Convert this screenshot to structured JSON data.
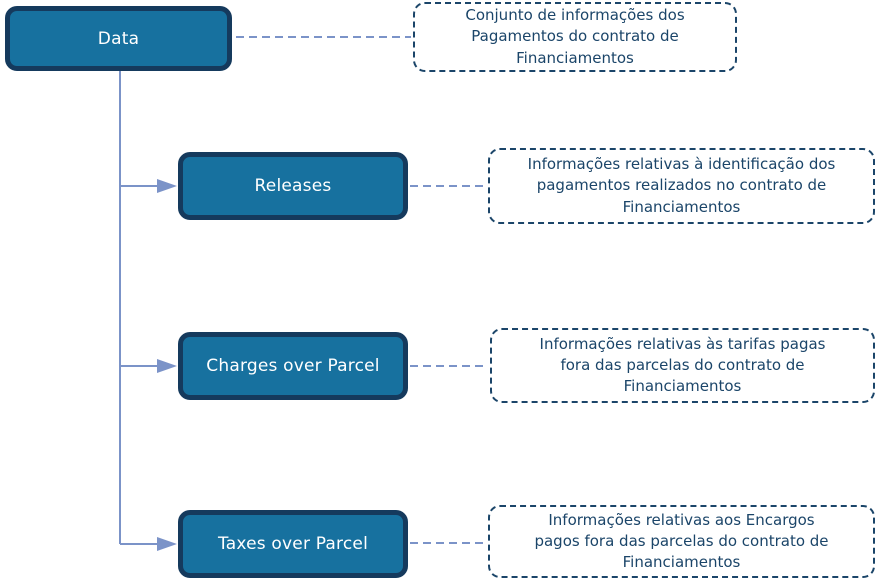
{
  "diagram": {
    "root": {
      "label": "Data",
      "note": "Conjunto de informações dos\nPagamentos do contrato de\nFinanciamentos"
    },
    "children": [
      {
        "label": "Releases",
        "note": "Informações relativas à identificação dos\npagamentos realizados no contrato de\nFinanciamentos"
      },
      {
        "label": "Charges over Parcel",
        "note": "Informações relativas às tarifas pagas\nfora das parcelas do contrato de\nFinanciamentos"
      },
      {
        "label": "Taxes over Parcel",
        "note": "Informações relativas aos Encargos\npagos fora das parcelas do contrato de\nFinanciamentos"
      }
    ],
    "colors": {
      "node_fill": "#17719f",
      "node_border": "#153a5d",
      "node_text": "#ffffff",
      "note_border": "#1b4569",
      "note_text": "#1b4569",
      "connector": "#7b93c8"
    }
  }
}
